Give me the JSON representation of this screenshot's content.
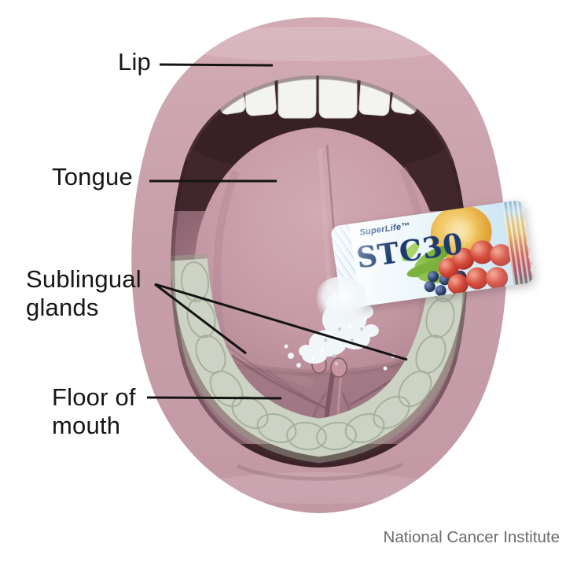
{
  "figure": {
    "labels": [
      {
        "id": "lip",
        "text": "Lip"
      },
      {
        "id": "tongue",
        "text": "Tongue"
      },
      {
        "id": "sublingual_glands",
        "text": "Sublingual glands"
      },
      {
        "id": "floor_of_mouth",
        "text": "Floor of mouth"
      }
    ],
    "credit": "National Cancer Institute"
  },
  "sachet": {
    "brand": "SuperLife™",
    "product": "STC30"
  },
  "colors": {
    "background": "#ffffff",
    "lip_pink": "#c9a1ab",
    "oral_cavity": "#41272c",
    "tongue_pink": "#c69aa5",
    "floor_of_mouth": "#9b7280",
    "upper_teeth": "#f3f3f0",
    "lower_teeth": "#ccd3c4",
    "powder_white": "#f1f6f8",
    "label_text": "#161616",
    "credit_text": "#6a6a6a",
    "sachet_navy": "#1d3a70"
  }
}
